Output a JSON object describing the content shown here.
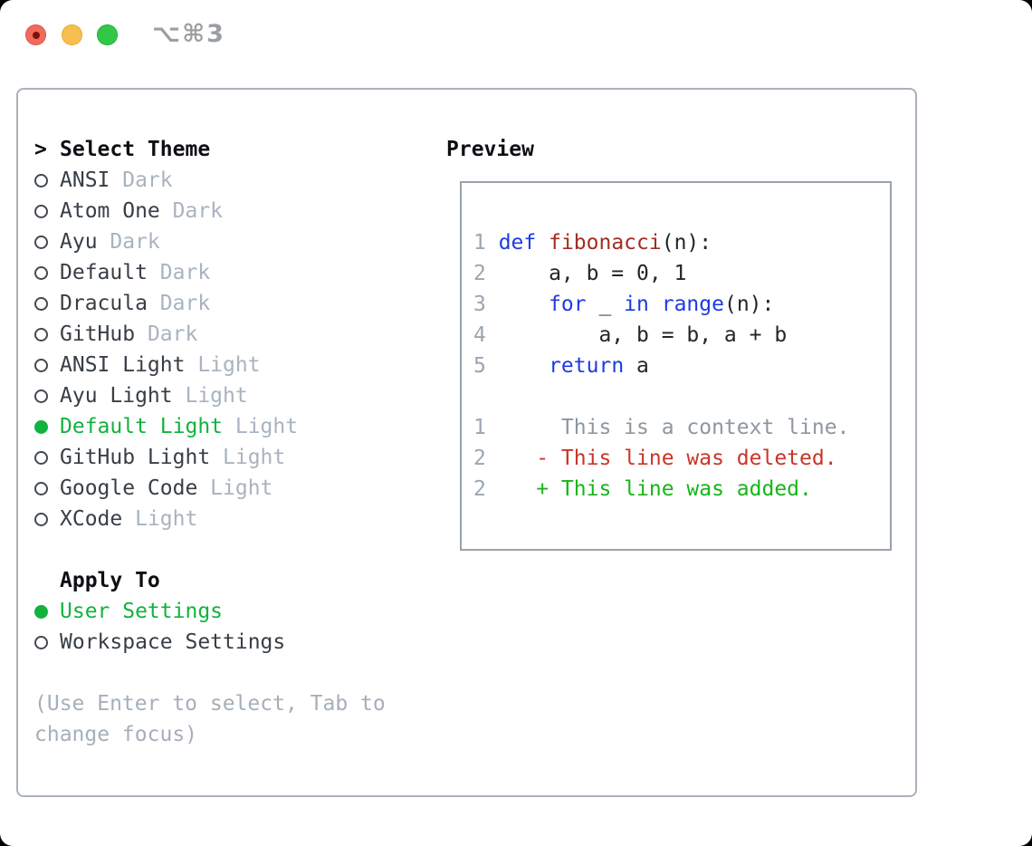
{
  "window": {
    "title": "⌥⌘3"
  },
  "colors": {
    "selection_green": "#11b33e",
    "keyword_blue": "#1d3be2",
    "function_red": "#a32d22",
    "diff_deleted_red": "#c93527",
    "diff_added_green": "#17b517",
    "muted_gray": "#a9b3bf",
    "line_number_gray": "#9aa6b2",
    "panel_border_gray": "#aab2ba",
    "traffic_red": "#f06a5e",
    "traffic_yellow": "#f6bf4f",
    "traffic_green": "#32c748"
  },
  "theme_panel": {
    "header": {
      "prefix": ">",
      "label": "Select Theme"
    },
    "items": [
      {
        "name": "ANSI",
        "badge": "Dark",
        "selected": false
      },
      {
        "name": "Atom One",
        "badge": "Dark",
        "selected": false
      },
      {
        "name": "Ayu",
        "badge": "Dark",
        "selected": false
      },
      {
        "name": "Default",
        "badge": "Dark",
        "selected": false
      },
      {
        "name": "Dracula",
        "badge": "Dark",
        "selected": false
      },
      {
        "name": "GitHub",
        "badge": "Dark",
        "selected": false
      },
      {
        "name": "ANSI Light",
        "badge": "Light",
        "selected": false
      },
      {
        "name": "Ayu Light",
        "badge": "Light",
        "selected": false
      },
      {
        "name": "Default Light",
        "badge": "Light",
        "selected": true
      },
      {
        "name": "GitHub Light",
        "badge": "Light",
        "selected": false
      },
      {
        "name": "Google Code",
        "badge": "Light",
        "selected": false
      },
      {
        "name": "XCode",
        "badge": "Light",
        "selected": false
      }
    ],
    "apply_to": {
      "label": "Apply To",
      "options": [
        {
          "name": "User Settings",
          "selected": true
        },
        {
          "name": "Workspace Settings",
          "selected": false
        }
      ]
    },
    "hint_lines": [
      "(Use Enter to select, Tab to",
      "change focus)"
    ]
  },
  "preview": {
    "title": "Preview",
    "lines": [
      {
        "num": "1",
        "tokens": [
          [
            "kw",
            "def"
          ],
          [
            "pl",
            " "
          ],
          [
            "fn",
            "fibonacci"
          ],
          [
            "pl",
            "(n):"
          ]
        ]
      },
      {
        "num": "2",
        "tokens": [
          [
            "pl",
            "    a, b = 0, 1"
          ]
        ]
      },
      {
        "num": "3",
        "tokens": [
          [
            "pl",
            "    "
          ],
          [
            "kw",
            "for"
          ],
          [
            "pl",
            " _ "
          ],
          [
            "kw",
            "in"
          ],
          [
            "pl",
            " "
          ],
          [
            "kw",
            "range"
          ],
          [
            "pl",
            "(n):"
          ]
        ]
      },
      {
        "num": "4",
        "tokens": [
          [
            "pl",
            "        a, b = b, a + b"
          ]
        ]
      },
      {
        "num": "5",
        "tokens": [
          [
            "pl",
            "    "
          ],
          [
            "kw",
            "return"
          ],
          [
            "pl",
            " a"
          ]
        ]
      },
      {
        "num": "",
        "tokens": []
      },
      {
        "num": "1",
        "tokens": [
          [
            "ctx",
            "     This is a context line."
          ]
        ]
      },
      {
        "num": "2",
        "tokens": [
          [
            "del",
            "   - This line was deleted."
          ]
        ]
      },
      {
        "num": "2",
        "tokens": [
          [
            "add",
            "   + This line was added."
          ]
        ]
      }
    ]
  }
}
